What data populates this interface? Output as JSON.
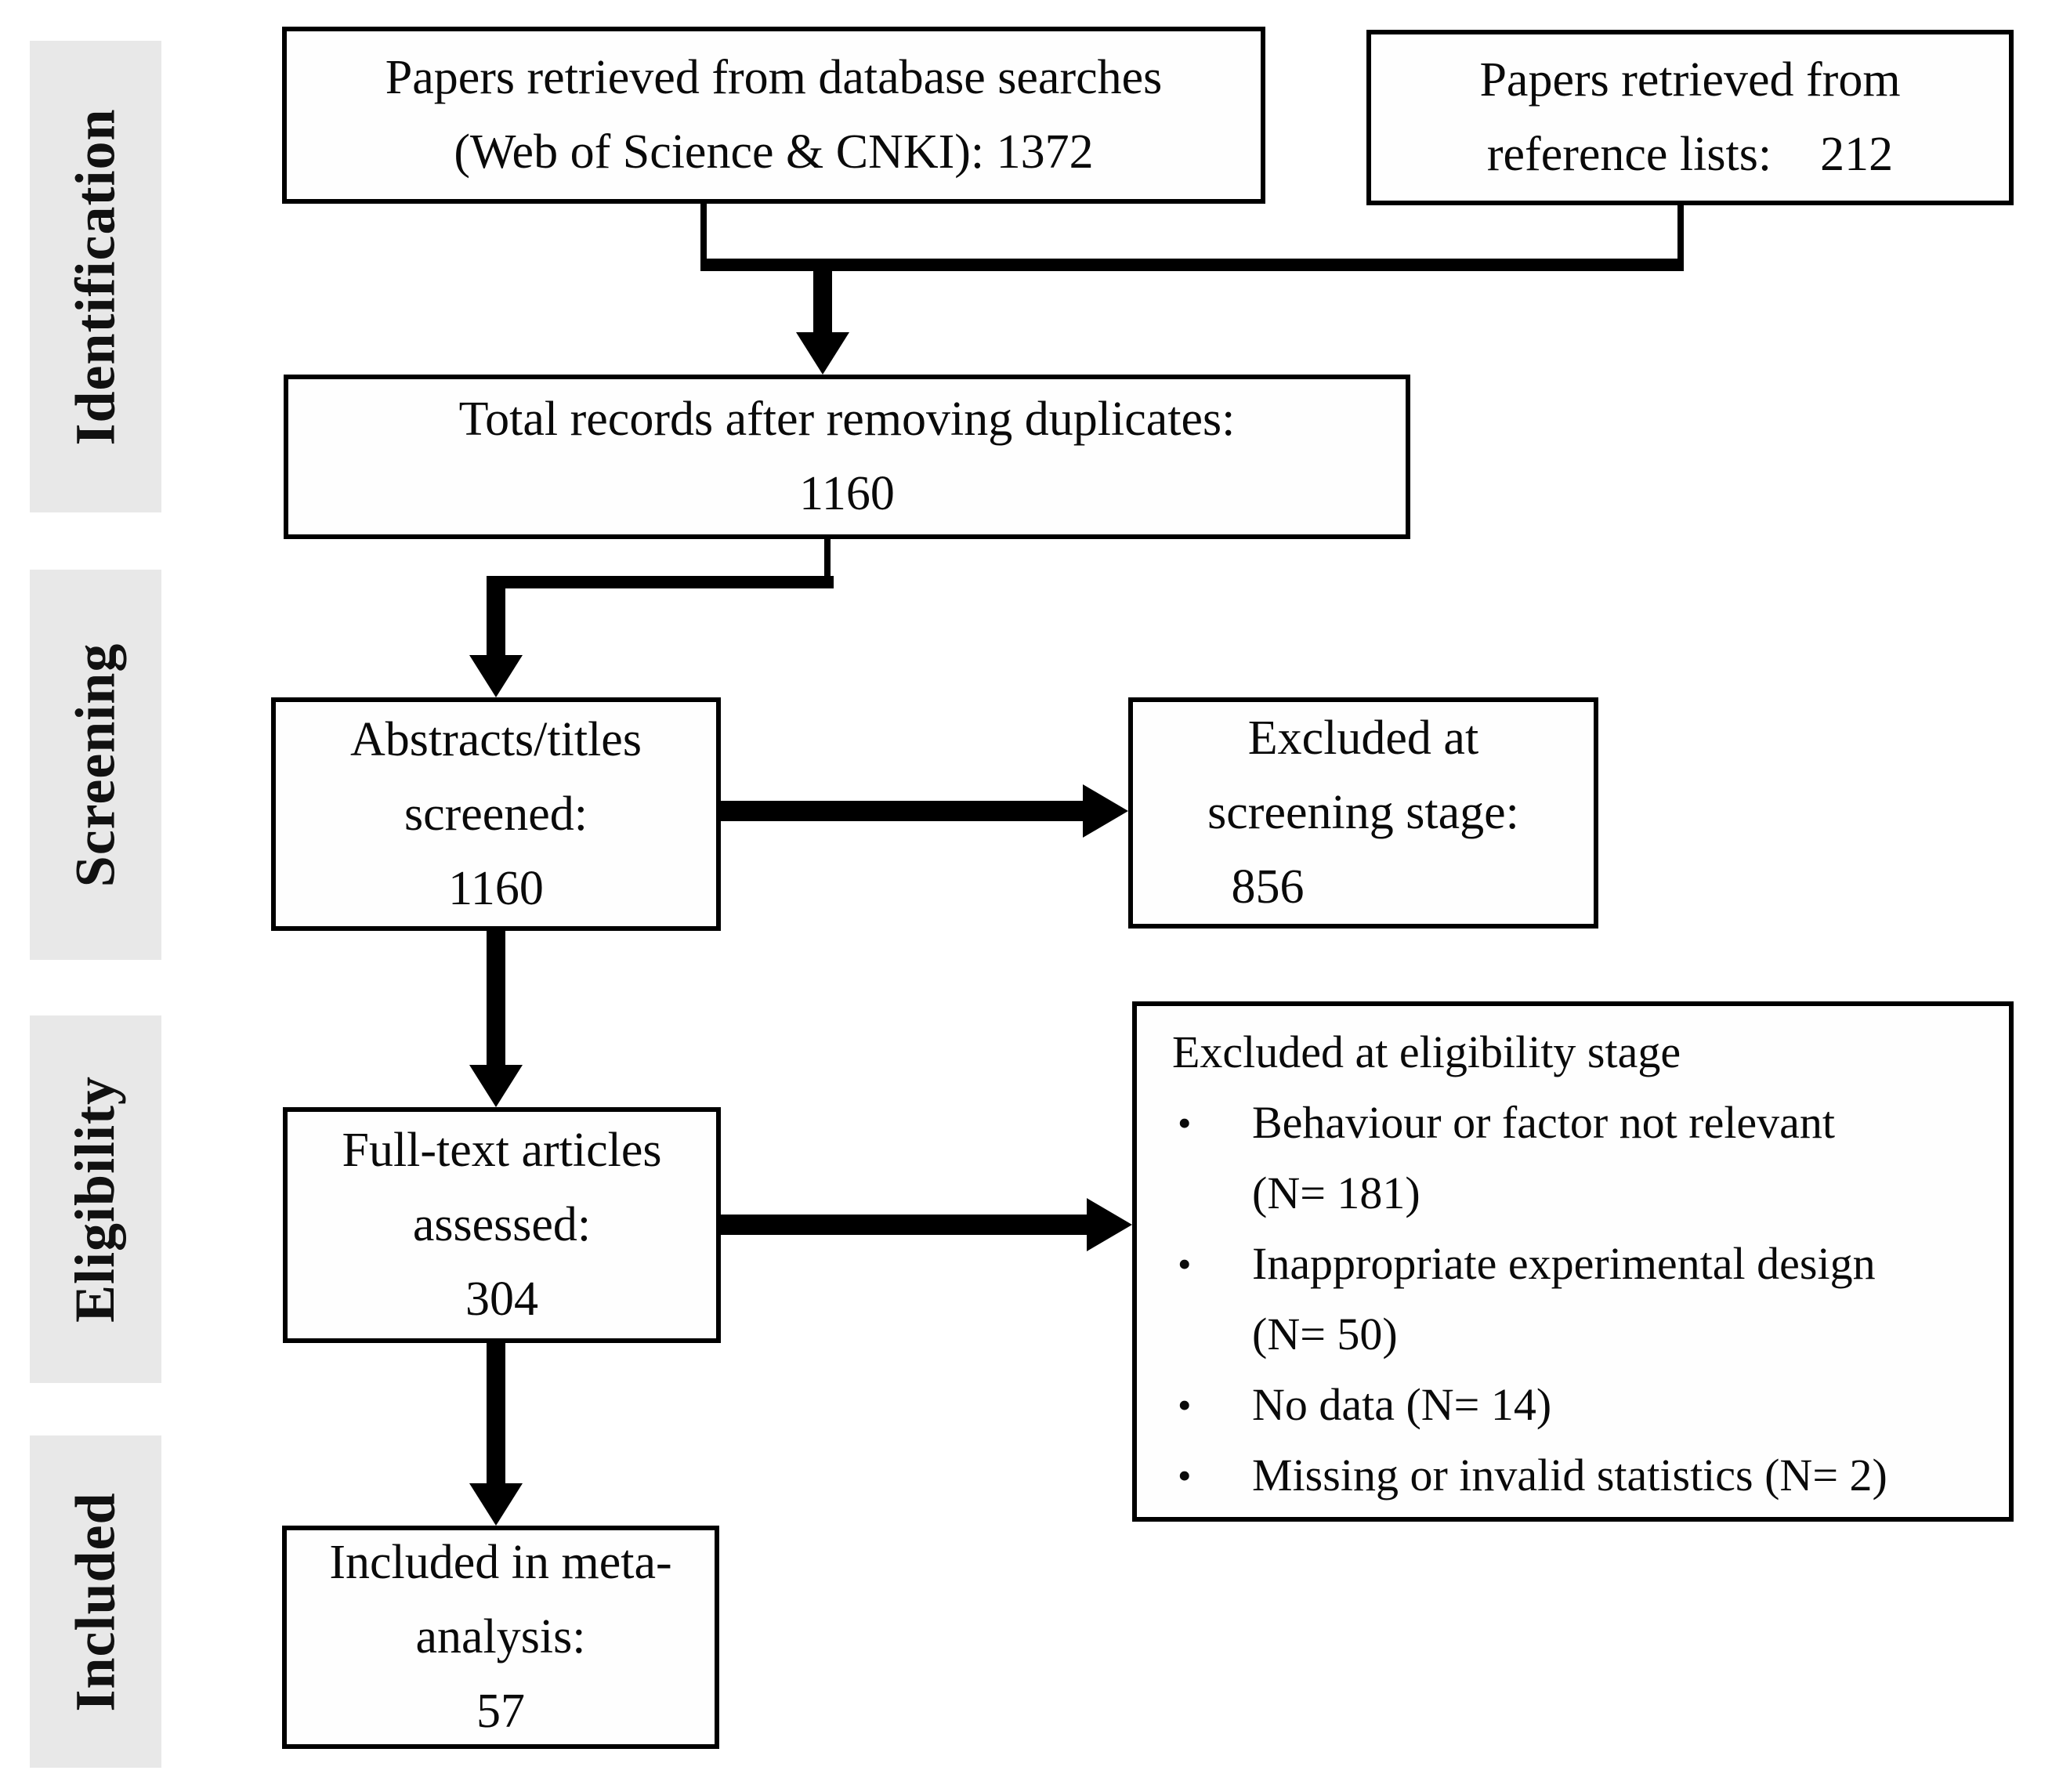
{
  "figure": {
    "type": "prisma-flow-diagram",
    "colors": {
      "stage_bar_bg": "#e8e8e8",
      "box_border": "#000000",
      "arrow": "#000000",
      "text": "#0a0a0a",
      "background": "#ffffff"
    }
  },
  "sidebar": {
    "stages": [
      {
        "label": "Identification"
      },
      {
        "label": "Screening"
      },
      {
        "label": "Eligibility"
      },
      {
        "label": "Included"
      }
    ]
  },
  "boxes": {
    "db_search": {
      "lines": [
        "Papers retrieved from database searches",
        "(Web of Science & CNKI): 1372"
      ]
    },
    "reference_lists": {
      "lines": [
        "Papers retrieved from",
        "reference lists: 212"
      ]
    },
    "total_records": {
      "lines": [
        "Total records after removing duplicates:",
        "1160"
      ]
    },
    "abstracts_screened": {
      "lines": [
        "Abstracts/titles",
        "screened:",
        "1160"
      ]
    },
    "excluded_screening": {
      "lines": [
        "Excluded at",
        "screening stage:",
        "856"
      ]
    },
    "fulltext_assessed": {
      "lines": [
        "Full-text articles",
        "assessed:",
        "304"
      ]
    },
    "eligibility_excluded": {
      "heading": "Excluded at eligibility stage",
      "bullet": "•",
      "items": [
        {
          "lines": [
            "Behaviour or factor not relevant",
            "(N= 181)"
          ]
        },
        {
          "lines": [
            "Inappropriate experimental design",
            "(N= 50)"
          ]
        },
        {
          "lines": [
            "No data (N= 14)"
          ]
        },
        {
          "lines": [
            "Missing or invalid statistics (N= 2)"
          ]
        }
      ]
    },
    "included_meta": {
      "lines": [
        "Included in meta-",
        "analysis:",
        "57"
      ]
    }
  }
}
